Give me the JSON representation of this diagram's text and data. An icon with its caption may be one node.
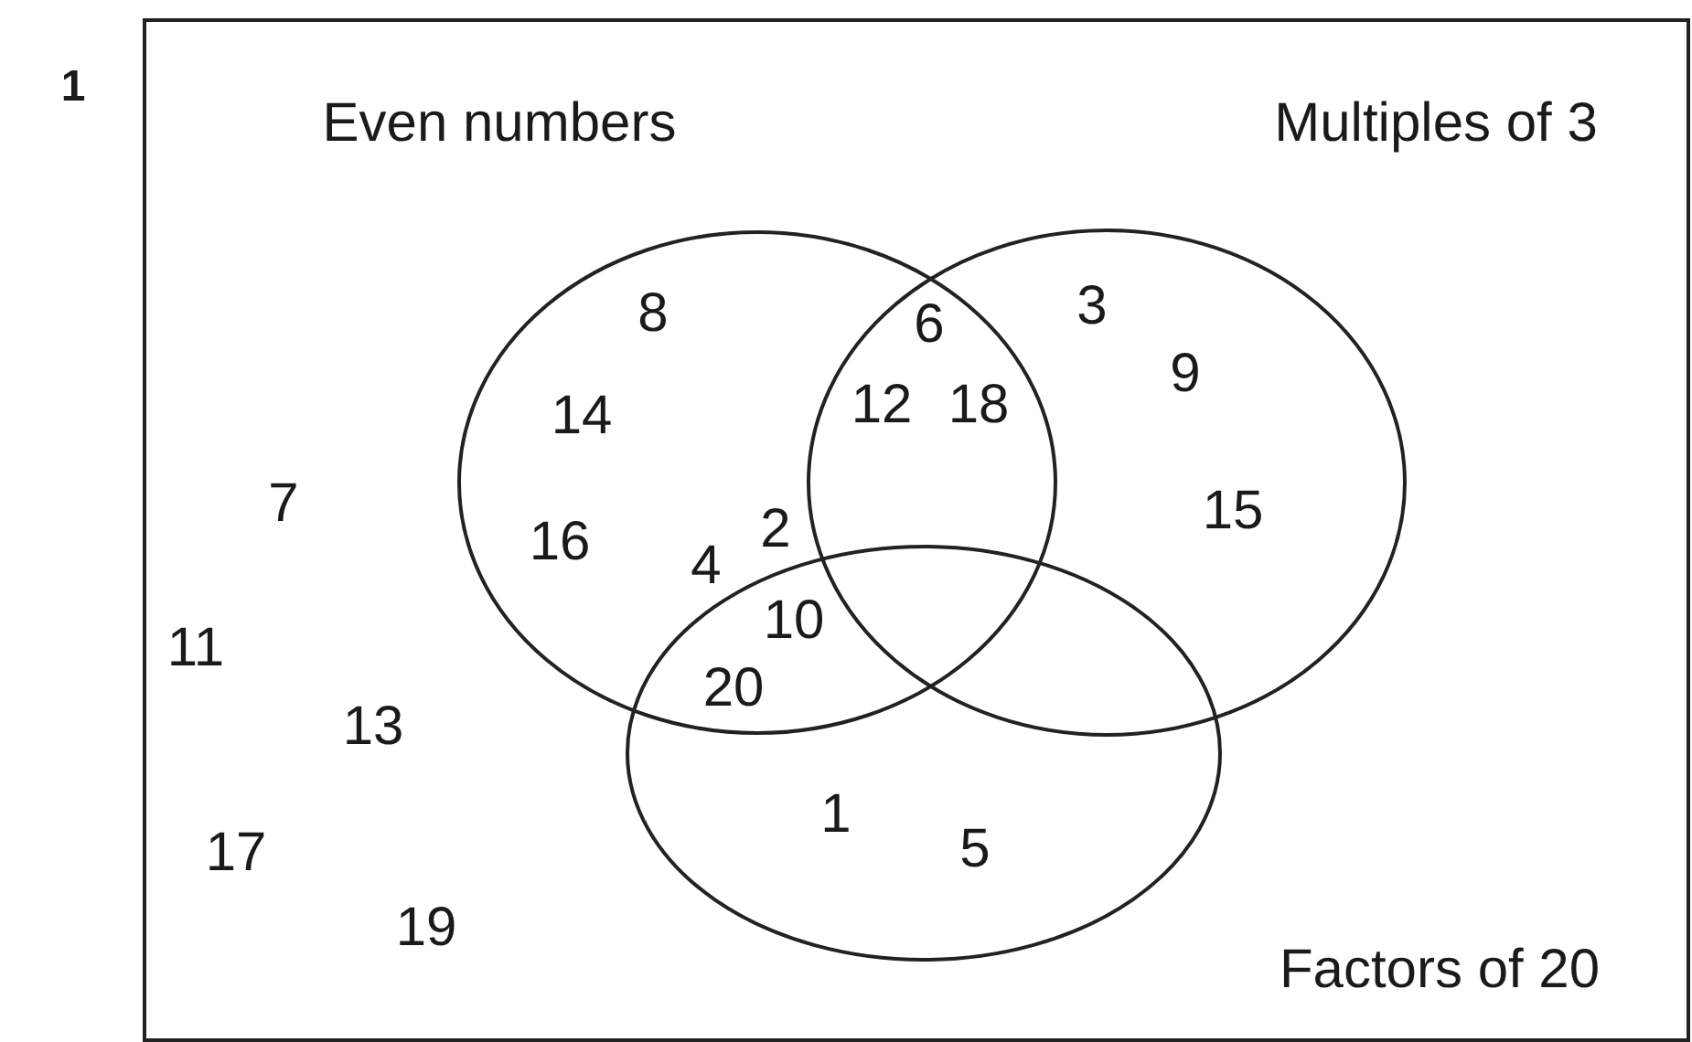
{
  "diagram": {
    "nodes": [
      {
        "text": [],
        "shape": "box"
      },
      {
        "text": [],
        "shape": "circle",
        "in": 0
      },
      {
        "text": [],
        "shape": "circle",
        "in": 0
      },
      {
        "text": [],
        "shape": "circle",
        "in": 0
      }
    ],
    "labels": [
      "1",
      "Even numbers",
      "Multiples of 3",
      "8",
      "6",
      "3",
      "14",
      "12",
      "18",
      "9",
      "7",
      "16",
      "4",
      "2",
      "15",
      "10",
      "11",
      "20",
      "13",
      "1",
      "17",
      "5",
      "19",
      "Factors of 20"
    ]
  }
}
